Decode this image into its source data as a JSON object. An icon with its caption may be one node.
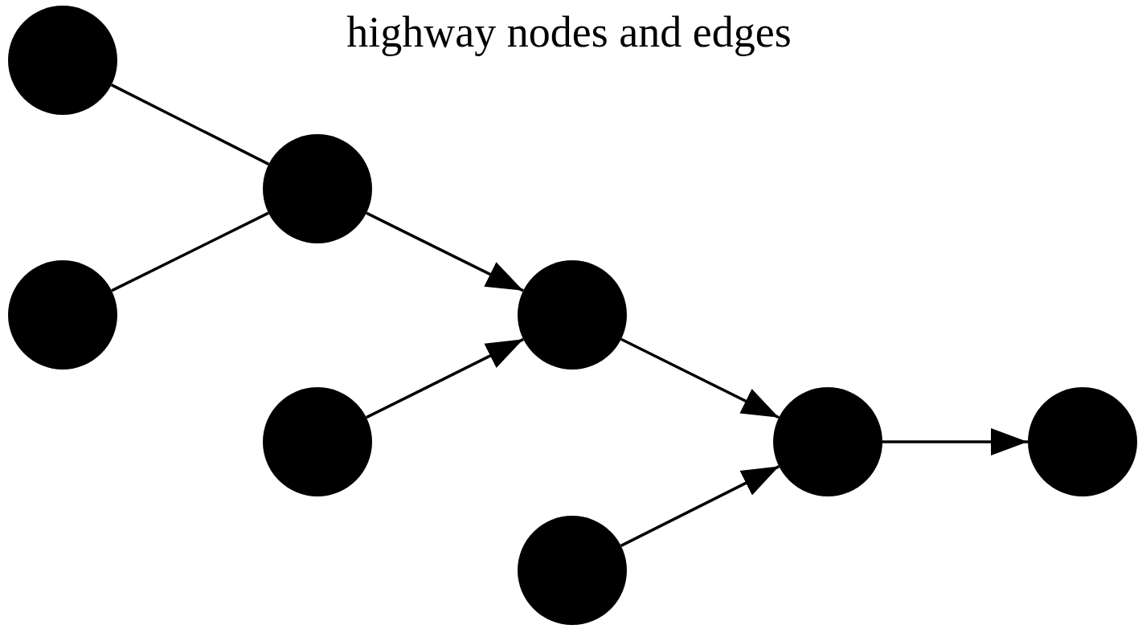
{
  "diagram": {
    "title": "highway nodes and edges",
    "nodes": [
      {
        "text": [],
        "shape": "circle"
      },
      {
        "text": [],
        "shape": "circle"
      },
      {
        "text": [],
        "shape": "circle"
      },
      {
        "text": [],
        "shape": "circle"
      },
      {
        "text": [],
        "shape": "circle"
      },
      {
        "text": [],
        "shape": "circle"
      },
      {
        "text": [],
        "shape": "circle"
      },
      {
        "text": [],
        "shape": "circle"
      }
    ],
    "edges": [
      {
        "from": 0,
        "to": 1,
        "arrow": "none"
      },
      {
        "from": 2,
        "to": 1,
        "arrow": "none"
      },
      {
        "from": 1,
        "to": 3,
        "arrow": "to"
      },
      {
        "from": 4,
        "to": 3,
        "arrow": "to"
      },
      {
        "from": 3,
        "to": 5,
        "arrow": "to"
      },
      {
        "from": 7,
        "to": 5,
        "arrow": "to"
      },
      {
        "from": 5,
        "to": 6,
        "arrow": "to"
      }
    ]
  }
}
